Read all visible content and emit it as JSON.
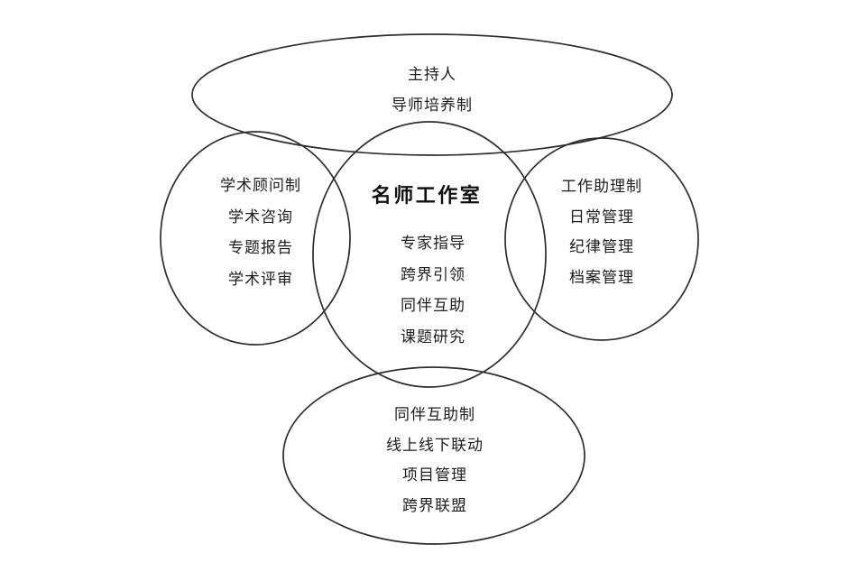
{
  "diagram": {
    "background": "#ffffff",
    "stroke_color": "#2d2d2d",
    "text_color": "#1d1d1d",
    "top": {
      "items": [
        "主持人",
        "导师培养制"
      ]
    },
    "left": {
      "items": [
        "学术顾问制",
        "学术咨询",
        "专题报告",
        "学术评审"
      ]
    },
    "center": {
      "title": "名师工作室",
      "items": [
        "专家指导",
        "跨界引领",
        "同伴互助",
        "课题研究"
      ]
    },
    "right": {
      "items": [
        "工作助理制",
        "日常管理",
        "纪律管理",
        "档案管理"
      ]
    },
    "bottom": {
      "items": [
        "同伴互助制",
        "线上线下联动",
        "项目管理",
        "跨界联盟"
      ]
    }
  }
}
